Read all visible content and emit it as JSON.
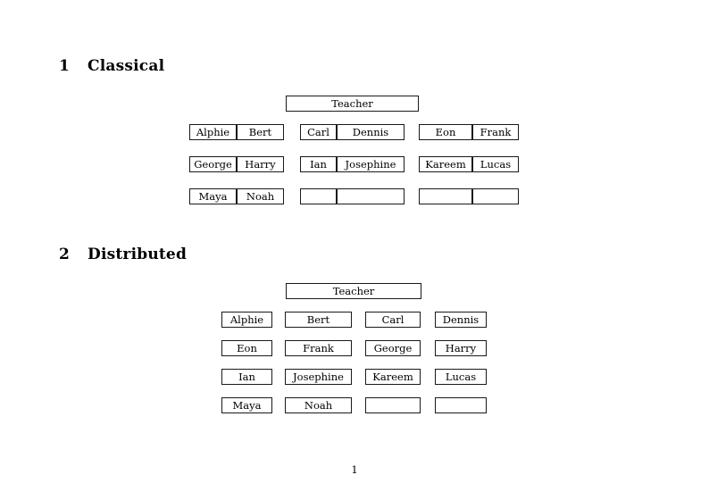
{
  "page": {
    "number": "1",
    "background": "#ffffff",
    "text_color": "#000000",
    "border_color": "#1a1a1a"
  },
  "sections": [
    {
      "number": "1",
      "title": "Classical",
      "teacher_label": "Teacher",
      "groups": [
        {
          "id": "group-a",
          "rows": [
            {
              "left": "Alphie",
              "right": "Bert"
            },
            {
              "left": "George",
              "right": "Harry"
            },
            {
              "left": "Maya",
              "right": "Noah"
            }
          ]
        },
        {
          "id": "group-b",
          "rows": [
            {
              "left": "Carl",
              "right": "Dennis"
            },
            {
              "left": "Ian",
              "right": "Josephine"
            },
            {
              "left": "",
              "right": ""
            }
          ]
        },
        {
          "id": "group-c",
          "rows": [
            {
              "left": "Eon",
              "right": "Frank"
            },
            {
              "left": "Kareem",
              "right": "Lucas"
            },
            {
              "left": "",
              "right": ""
            }
          ]
        }
      ]
    },
    {
      "number": "2",
      "title": "Distributed",
      "teacher_label": "Teacher",
      "rows": [
        [
          "Alphie",
          "Bert",
          "Carl",
          "Dennis"
        ],
        [
          "Eon",
          "Frank",
          "George",
          "Harry"
        ],
        [
          "Ian",
          "Josephine",
          "Kareem",
          "Lucas"
        ],
        [
          "Maya",
          "Noah",
          "",
          ""
        ]
      ]
    }
  ]
}
